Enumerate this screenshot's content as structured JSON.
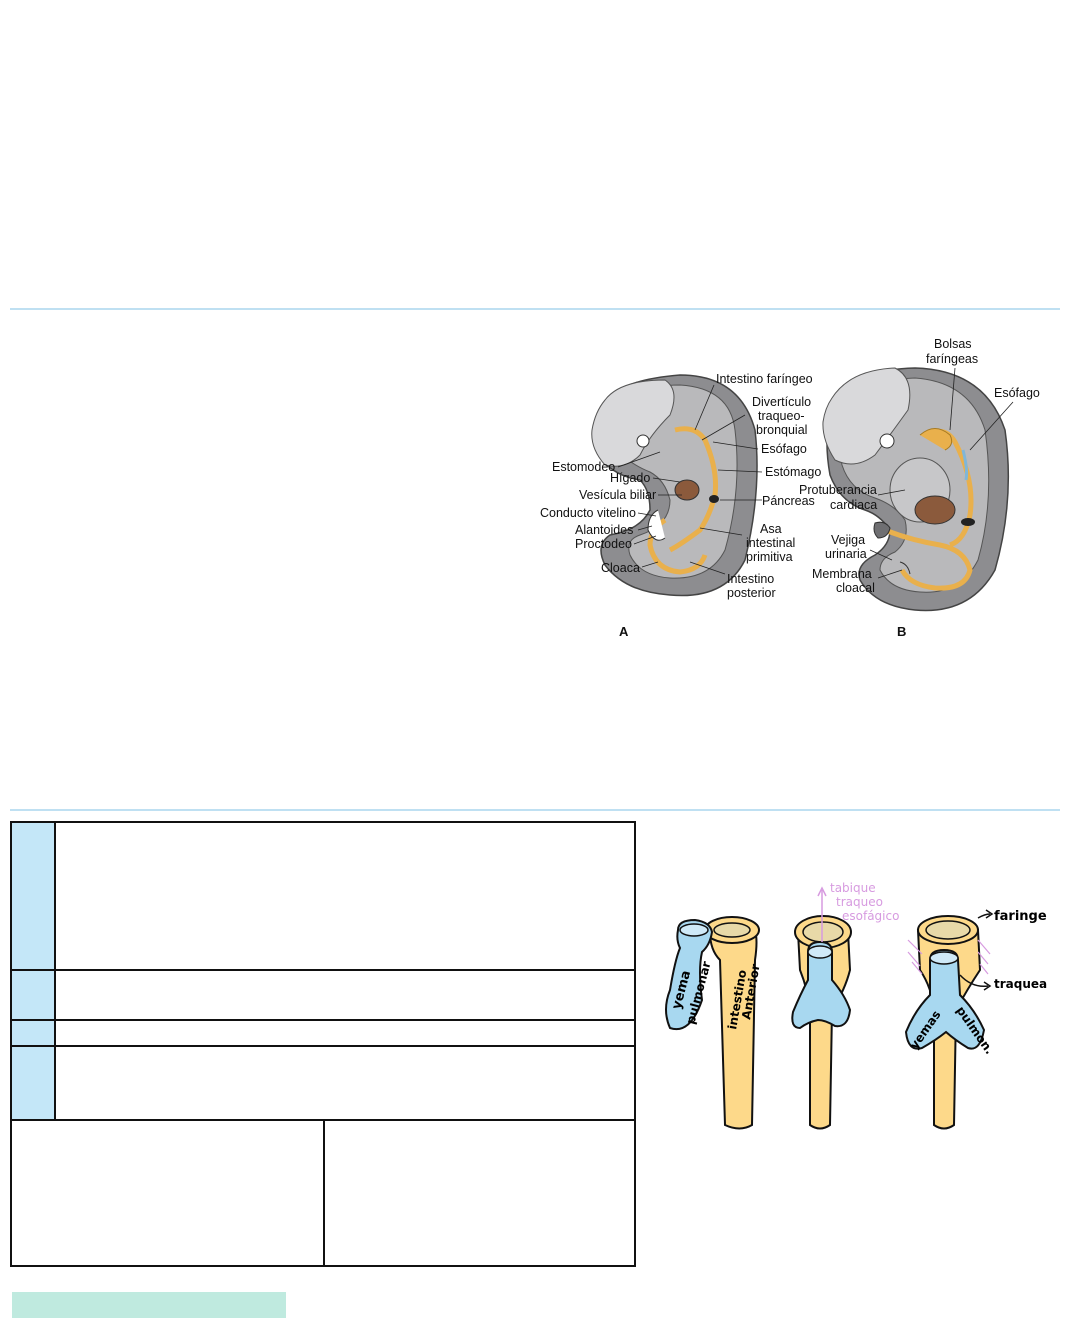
{
  "figure1": {
    "labels": {
      "intestino_faringeo": "Intestino faríngeo",
      "diverticulo_1": "Divertículo",
      "diverticulo_2": "traqueo-",
      "diverticulo_3": "bronquial",
      "esofago_a": "Esófago",
      "estomago": "Estómago",
      "estomodeo": "Estomodeo",
      "higado": "Hígado",
      "vesicula": "Vesícula biliar",
      "pancreas": "Páncreas",
      "conducto": "Conducto vitelino",
      "alantoides": "Alantoides",
      "proctodeo": "Proctodeo",
      "asa_1": "Asa",
      "asa_2": "intestinal",
      "asa_3": "primitiva",
      "cloaca": "Cloaca",
      "int_post_1": "Intestino",
      "int_post_2": "posterior",
      "panel_a": "A",
      "bolsas_1": "Bolsas",
      "bolsas_2": "faríngeas",
      "esofago_b": "Esófago",
      "protub_1": "Protuberancia",
      "protub_2": "cardiaca",
      "vejiga_1": "Vejiga",
      "vejiga_2": "urinaria",
      "membrana_1": "Membrana",
      "membrana_2": "cloacal",
      "panel_b": "B"
    }
  },
  "figure2": {
    "labels": {
      "yema_1": "yema",
      "yema_2": "pulmonar",
      "intestino_1": "intestino",
      "intestino_2": "Anterior",
      "tabique_1": "tabique",
      "tabique_2": "traqueo",
      "tabique_3": "esofágico",
      "faringe": "faringe",
      "traquea": "traquea",
      "yemas_1": "yemas",
      "yemas_2": "pulmon."
    }
  },
  "colors": {
    "tube_yellow": "#fdd98a",
    "bud_blue": "#a8d8f0",
    "tissue_gray": "#9a9a9c",
    "organ_brown": "#8b5a3c",
    "annotation_violet": "#d79be0",
    "table_side_blue": "#c4e7f8",
    "bar_green": "#bfeadf",
    "rule_blue": "#bfe0f2"
  }
}
